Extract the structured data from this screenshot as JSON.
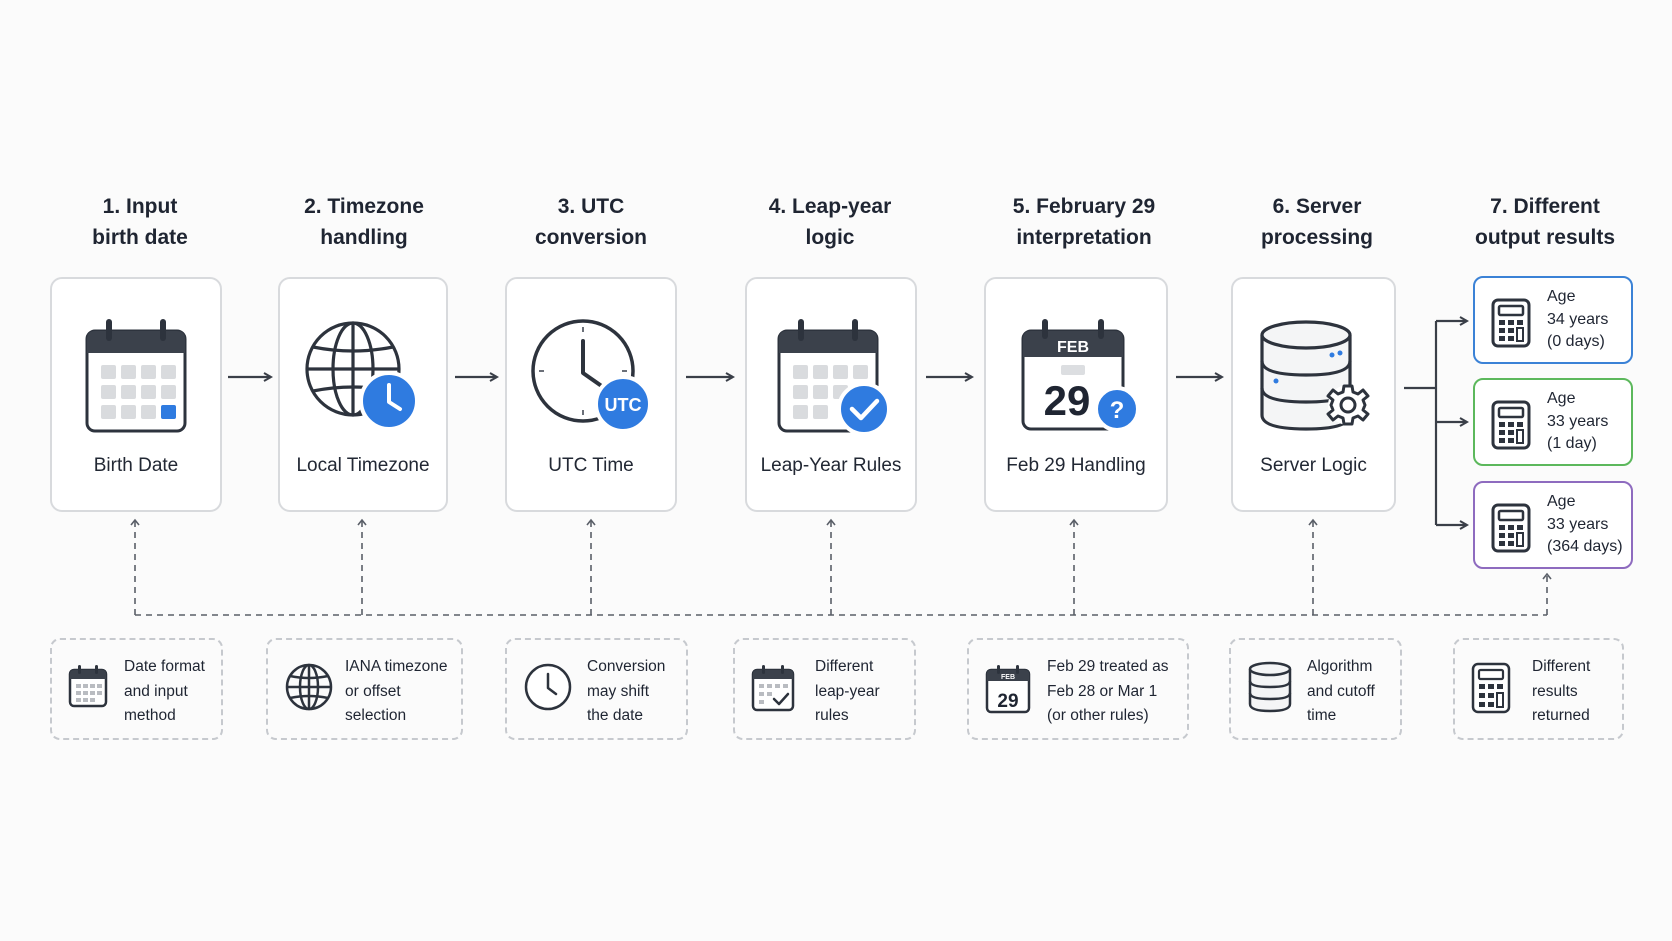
{
  "steps": [
    {
      "title_line1": "1. Input",
      "title_line2": "birth date",
      "label": "Birth Date",
      "icon": "calendar-icon"
    },
    {
      "title_line1": "2. Timezone",
      "title_line2": "handling",
      "label": "Local Timezone",
      "icon": "globe-clock-icon"
    },
    {
      "title_line1": "3. UTC",
      "title_line2": "conversion",
      "label": "UTC Time",
      "icon": "clock-utc-icon",
      "badge": "UTC"
    },
    {
      "title_line1": "4. Leap-year",
      "title_line2": "logic",
      "label": "Leap-Year Rules",
      "icon": "calendar-check-icon"
    },
    {
      "title_line1": "5. February 29",
      "title_line2": "interpretation",
      "label": "Feb 29 Handling",
      "icon": "feb29-calendar-icon",
      "cal_month": "FEB",
      "cal_day": "29",
      "badge": "?"
    },
    {
      "title_line1": "6. Server",
      "title_line2": "processing",
      "label": "Server Logic",
      "icon": "database-gear-icon"
    },
    {
      "title_line1": "7. Different",
      "title_line2": "output results"
    }
  ],
  "results": [
    {
      "line1": "Age",
      "line2": "34 years",
      "line3": "(0 days)",
      "border_color": "#3b82d6"
    },
    {
      "line1": "Age",
      "line2": "33 years",
      "line3": "(1 day)",
      "border_color": "#5cb85c"
    },
    {
      "line1": "Age",
      "line2": "33 years",
      "line3": "(364 days)",
      "border_color": "#8e6bbf"
    }
  ],
  "notes": [
    {
      "line1": "Date format",
      "line2": "and input",
      "line3": "method",
      "icon": "calendar-icon"
    },
    {
      "line1": "IANA timezone",
      "line2": "or offset",
      "line3": "selection",
      "icon": "globe-icon"
    },
    {
      "line1": "Conversion",
      "line2": "may shift",
      "line3": "the date",
      "icon": "clock-icon"
    },
    {
      "line1": "Different",
      "line2": "leap-year",
      "line3": "rules",
      "icon": "calendar-check-icon"
    },
    {
      "line1": "Feb 29 treated as",
      "line2": "Feb 28 or Mar 1",
      "line3": "(or other rules)",
      "icon": "feb29-calendar-icon",
      "cal_month": "FEB",
      "cal_day": "29"
    },
    {
      "line1": "Algorithm",
      "line2": "and cutoff",
      "line3": "time",
      "icon": "database-icon"
    },
    {
      "line1": "Different",
      "line2": "results",
      "line3": "returned",
      "icon": "calculator-icon"
    }
  ],
  "colors": {
    "accent_blue": "#2f7be0",
    "result_blue": "#3b82d6",
    "result_green": "#5cb85c",
    "result_purple": "#8e6bbf"
  }
}
